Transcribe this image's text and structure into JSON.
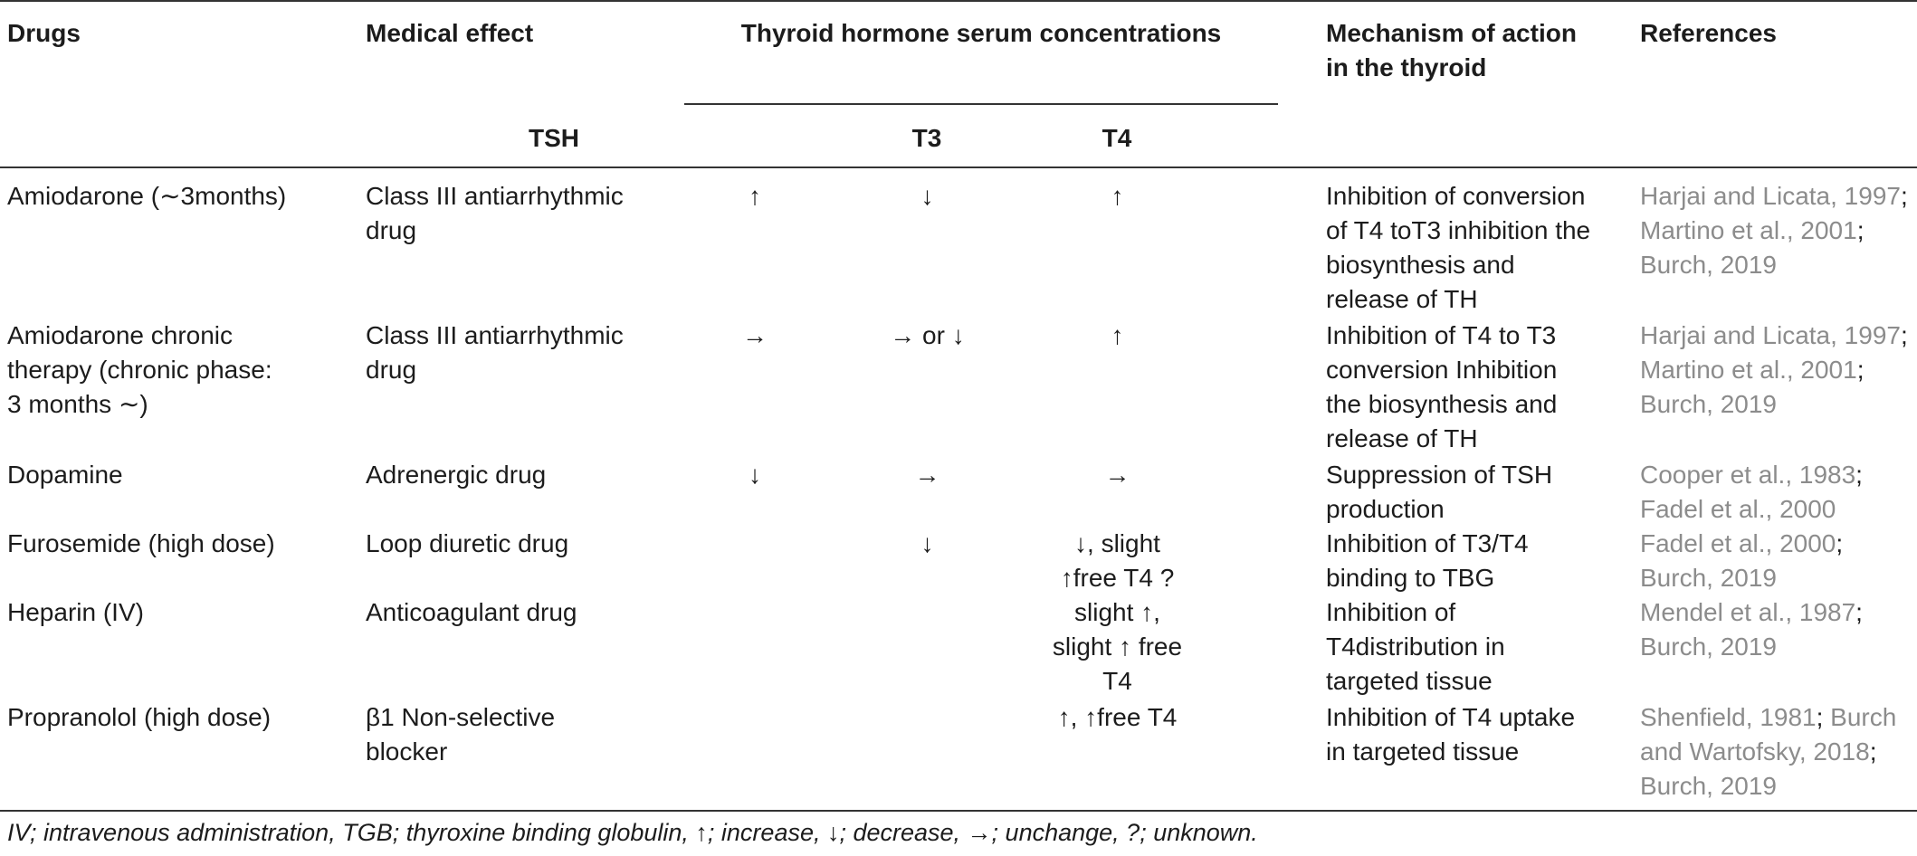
{
  "columns": {
    "drugs": "Drugs",
    "medical_effect": "Medical effect",
    "thyroid_group": "Thyroid hormone serum concentrations",
    "tsh": "TSH",
    "t3": "T3",
    "t4": "T4",
    "mechanism": [
      "Mechanism of action",
      "in the thyroid"
    ],
    "references": "References"
  },
  "rows": [
    {
      "drug": [
        "Amiodarone (∼3months)"
      ],
      "effect": [
        "Class III antiarrhythmic",
        "drug"
      ],
      "tsh": [
        "↑"
      ],
      "t3": [
        "↓"
      ],
      "t4": [
        "↑"
      ],
      "mechanism": [
        "Inhibition of conversion",
        "of T4 toT3 inhibition the",
        "biosynthesis and",
        "release of TH"
      ],
      "refs": [
        [
          "Harjai and Licata, 1997",
          ";"
        ],
        [
          "Martino et al., 2001",
          ";"
        ],
        [
          "Burch, 2019",
          ""
        ]
      ]
    },
    {
      "drug": [
        "Amiodarone chronic",
        "therapy (chronic phase:",
        "3 months ∼)"
      ],
      "effect": [
        "Class III antiarrhythmic",
        "drug"
      ],
      "tsh": [
        "→"
      ],
      "t3": [
        "→ or ↓"
      ],
      "t4": [
        "↑"
      ],
      "mechanism": [
        "Inhibition of T4 to T3",
        "conversion Inhibition",
        "the biosynthesis and",
        "release of TH"
      ],
      "refs": [
        [
          "Harjai and Licata, 1997",
          ";"
        ],
        [
          "Martino et al., 2001",
          ";"
        ],
        [
          "Burch, 2019",
          ""
        ]
      ]
    },
    {
      "drug": [
        "Dopamine"
      ],
      "effect": [
        "Adrenergic drug"
      ],
      "tsh": [
        "↓"
      ],
      "t3": [
        "→"
      ],
      "t4": [
        "→"
      ],
      "mechanism": [
        "Suppression of TSH",
        "production"
      ],
      "refs": [
        [
          "Cooper et al., 1983",
          ";"
        ],
        [
          "Fadel et al., 2000",
          ""
        ]
      ]
    },
    {
      "drug": [
        "Furosemide (high dose)"
      ],
      "effect": [
        "Loop diuretic drug"
      ],
      "tsh": [],
      "t3": [
        "↓"
      ],
      "t4": [
        "↓, slight",
        "↑free T4 ?"
      ],
      "mechanism": [
        "Inhibition of T3/T4",
        "binding to TBG"
      ],
      "refs": [
        [
          "Fadel et al., 2000",
          ";"
        ],
        [
          "Burch, 2019",
          ""
        ]
      ]
    },
    {
      "drug": [
        "Heparin (IV)"
      ],
      "effect": [
        "Anticoagulant drug"
      ],
      "tsh": [],
      "t3": [],
      "t4": [
        "slight ↑,",
        "slight ↑ free",
        "T4"
      ],
      "mechanism": [
        "Inhibition of",
        "T4distribution in",
        "targeted tissue"
      ],
      "refs": [
        [
          "Mendel et al., 1987",
          ";"
        ],
        [
          "Burch, 2019",
          ""
        ]
      ]
    },
    {
      "drug": [
        "Propranolol (high dose)"
      ],
      "effect": [
        "β1 Non-selective",
        "blocker"
      ],
      "tsh": [],
      "t3": [],
      "t4": [
        "↑, ↑free T4"
      ],
      "mechanism": [
        "Inhibition of T4 uptake",
        "in targeted tissue"
      ],
      "refs": [
        [
          "Shenfield, 1981",
          "; "
        ],
        [
          "Burch",
          ""
        ],
        [
          "and Wartofsky, 2018",
          ";"
        ],
        [
          "Burch, 2019",
          ""
        ]
      ]
    }
  ],
  "footnote": "IV; intravenous administration, TGB; thyroxine binding globulin, ↑; increase, ↓; decrease, →; unchange, ?; unknown."
}
